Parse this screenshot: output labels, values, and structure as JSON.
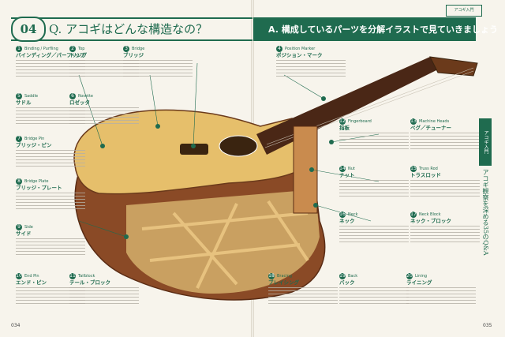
{
  "header": {
    "number": "04",
    "question": "Q. アコギはどんな構造なの？",
    "answer": "A. 構成しているパーツを分解イラストで見ていきましょう",
    "logo": "アコギ入門"
  },
  "side_tab": {
    "heading": "アコギ入門",
    "title": "アコギ観察を深める35のQ&A"
  },
  "pages": {
    "left": "034",
    "right": "035"
  },
  "callouts": [
    {
      "n": "1",
      "en": "Binding / Purfling",
      "jp": "バインディング／パーフリング"
    },
    {
      "n": "2",
      "en": "Top",
      "jp": "トップ"
    },
    {
      "n": "3",
      "en": "Bridge",
      "jp": "ブリッジ"
    },
    {
      "n": "4",
      "en": "Position Marker",
      "jp": "ポジション・マーク"
    },
    {
      "n": "5",
      "en": "Saddle",
      "jp": "サドル"
    },
    {
      "n": "6",
      "en": "Rosette",
      "jp": "ロゼッタ"
    },
    {
      "n": "7",
      "en": "Bridge Pin",
      "jp": "ブリッジ・ピン"
    },
    {
      "n": "8",
      "en": "Bridge Plate",
      "jp": "ブリッジ・プレート"
    },
    {
      "n": "9",
      "en": "Side",
      "jp": "サイド"
    },
    {
      "n": "10",
      "en": "End Pin",
      "jp": "エンド・ピン"
    },
    {
      "n": "11",
      "en": "Tailblock",
      "jp": "テール・ブロック"
    },
    {
      "n": "12",
      "en": "Fingerboard",
      "jp": "指板"
    },
    {
      "n": "13",
      "en": "Machine Heads",
      "jp": "ペグ／チューナー"
    },
    {
      "n": "14",
      "en": "Nut",
      "jp": "ナット"
    },
    {
      "n": "15",
      "en": "Truss Rod",
      "jp": "トラスロッド"
    },
    {
      "n": "16",
      "en": "Neck",
      "jp": "ネック"
    },
    {
      "n": "17",
      "en": "Neck Block",
      "jp": "ネック・ブロック"
    },
    {
      "n": "18",
      "en": "Bracing",
      "jp": "ブレイシング"
    },
    {
      "n": "19",
      "en": "Back",
      "jp": "バック"
    },
    {
      "n": "20",
      "en": "Lining",
      "jp": "ライニング"
    }
  ]
}
